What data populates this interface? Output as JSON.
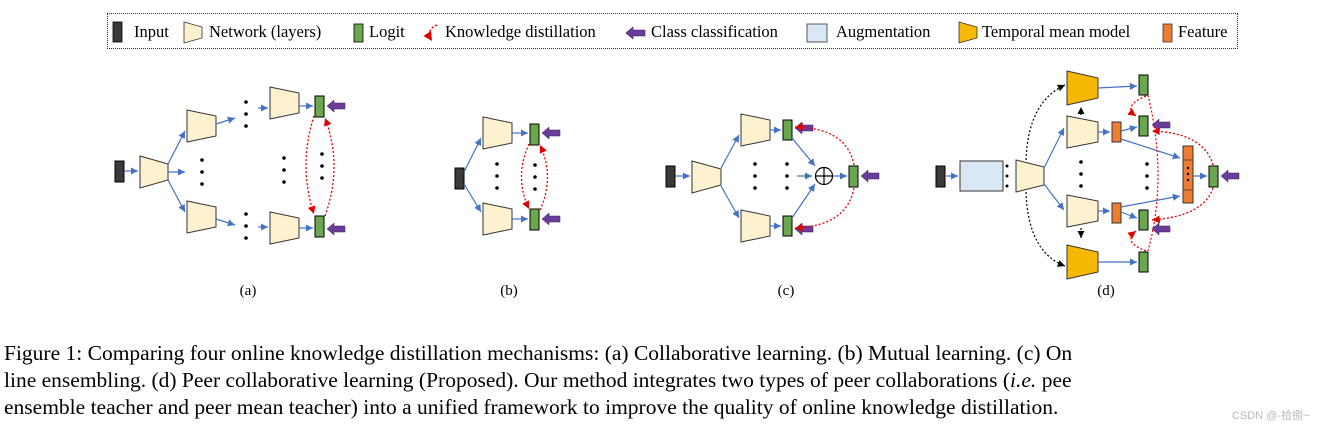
{
  "legend": {
    "input": "Input",
    "network": "Network (layers)",
    "logit": "Logit",
    "kd": "Knowledge distillation",
    "class": "Class classification",
    "augmentation": "Augmentation",
    "temporal": "Temporal mean model",
    "feature": "Feature"
  },
  "colors": {
    "input": "#3a3a3a",
    "network": "#fdf1d0",
    "logit": "#6aa84f",
    "kd_arrow": "#e00000",
    "class_arrow": "#6a3d9a",
    "augmentation": "#dae8f5",
    "temporal": "#f6b800",
    "feature": "#ed7d31",
    "edge": "#4472c4"
  },
  "icons": {
    "input": "dark-square-icon",
    "network": "trapezoid-icon",
    "logit": "green-rect-icon",
    "kd": "red-dotted-curve-arrow-icon",
    "class": "purple-arrow-icon",
    "augmentation": "light-blue-rect-icon",
    "temporal": "orange-trapezoid-icon",
    "feature": "orange-rect-icon"
  },
  "sublabels": {
    "a": "(a)",
    "b": "(b)",
    "c": "(c)",
    "d": "(d)"
  },
  "caption": {
    "line1": "Figure 1: Comparing four online knowledge distillation mechanisms: (a) Collaborative learning. (b) Mutual learning. (c) On",
    "line2_pre": "line ensembling. (d) Peer collaborative learning (Proposed). Our method integrates two types of peer collaborations (",
    "line2_ie": "i.e.",
    "line2_post": " pee",
    "line3": "ensemble teacher and peer mean teacher) into a unified framework to improve the quality of online knowledge distillation."
  },
  "watermark": "CSDN @-拾捌~"
}
